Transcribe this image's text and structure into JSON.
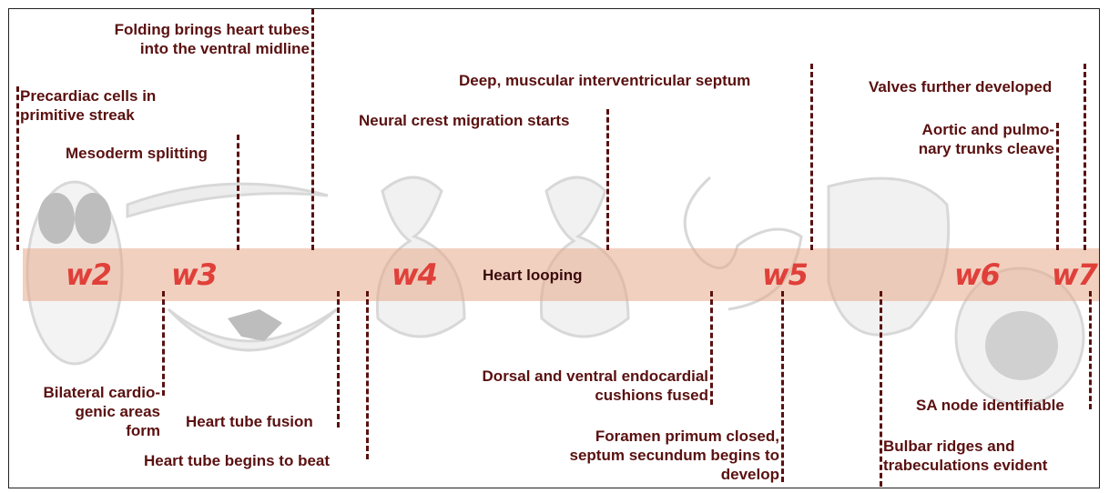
{
  "weeks": [
    "w2",
    "w3",
    "w4",
    "w5",
    "w6",
    "w7"
  ],
  "center_label": "Heart looping",
  "events_top": [
    {
      "id": "precardiac",
      "lines": [
        "Precardiac cells in",
        "primitive streak"
      ]
    },
    {
      "id": "folding",
      "lines": [
        "Folding brings heart tubes",
        "into the ventral midline"
      ]
    },
    {
      "id": "mesoderm",
      "lines": [
        "Mesoderm splitting"
      ]
    },
    {
      "id": "neural",
      "lines": [
        "Neural crest migration starts"
      ]
    },
    {
      "id": "ivs",
      "lines": [
        "Deep, muscular interventricular septum"
      ]
    },
    {
      "id": "valves",
      "lines": [
        "Valves further developed"
      ]
    },
    {
      "id": "trunks",
      "lines": [
        "Aortic and pulmo-",
        "nary trunks cleave"
      ]
    }
  ],
  "events_bottom": [
    {
      "id": "bilateral",
      "lines": [
        "Bilateral cardio-",
        "genic areas",
        "form"
      ]
    },
    {
      "id": "fusion",
      "lines": [
        "Heart tube fusion"
      ]
    },
    {
      "id": "beat",
      "lines": [
        "Heart tube begins to beat"
      ]
    },
    {
      "id": "cushions",
      "lines": [
        "Dorsal and ventral endocardial",
        "cushions fused"
      ]
    },
    {
      "id": "foramen",
      "lines": [
        "Foramen primum closed,",
        "septum secundum begins to",
        "develop"
      ]
    },
    {
      "id": "sanode",
      "lines": [
        "SA node identifiable"
      ]
    },
    {
      "id": "bulbar",
      "lines": [
        "Bulbar ridges and",
        "trabeculations evident"
      ]
    }
  ],
  "colors": {
    "text": "#5a1010",
    "week": "#e0403a",
    "band": "#e8aa8c"
  }
}
